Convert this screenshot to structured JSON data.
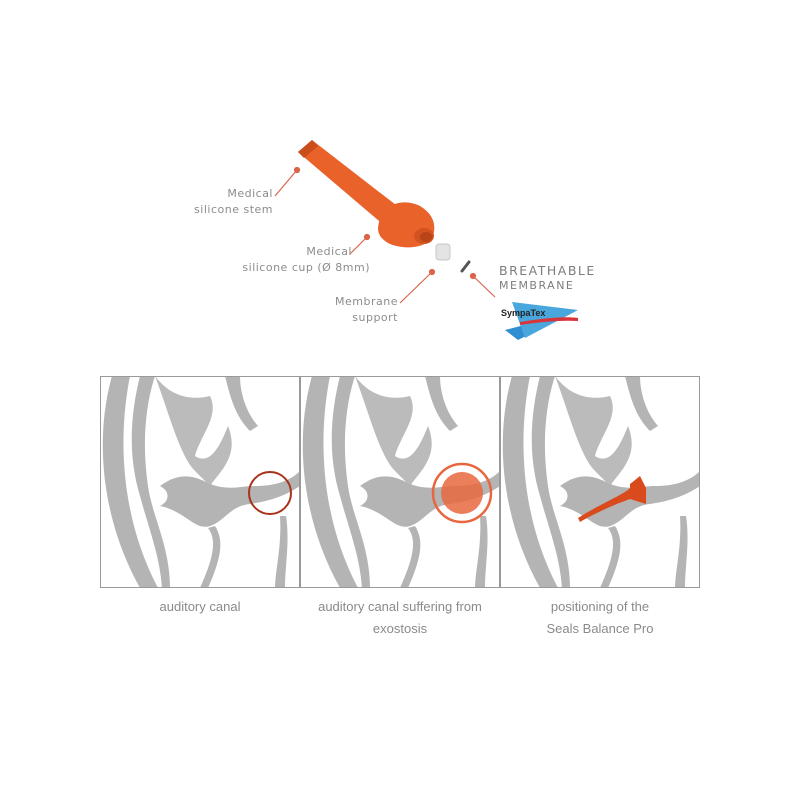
{
  "product": {
    "labels": {
      "stem": [
        "Medical",
        "silicone stem"
      ],
      "cup": [
        "Medical",
        "silicone cup (Ø 8mm)"
      ],
      "support": [
        "Membrane",
        "support"
      ],
      "membrane": [
        "BREATHABLE",
        "MEMBRANE"
      ]
    },
    "logo_text": "SympaTex",
    "colors": {
      "orange": "#e8622a",
      "leader": "#d9654a",
      "ear_gray": "#b4b4b4"
    }
  },
  "panels": [
    {
      "caption": [
        "auditory canal"
      ]
    },
    {
      "caption": [
        "auditory canal suffering from",
        "exostosis"
      ]
    },
    {
      "caption": [
        "positioning of the",
        "Seals Balance Pro"
      ]
    }
  ]
}
